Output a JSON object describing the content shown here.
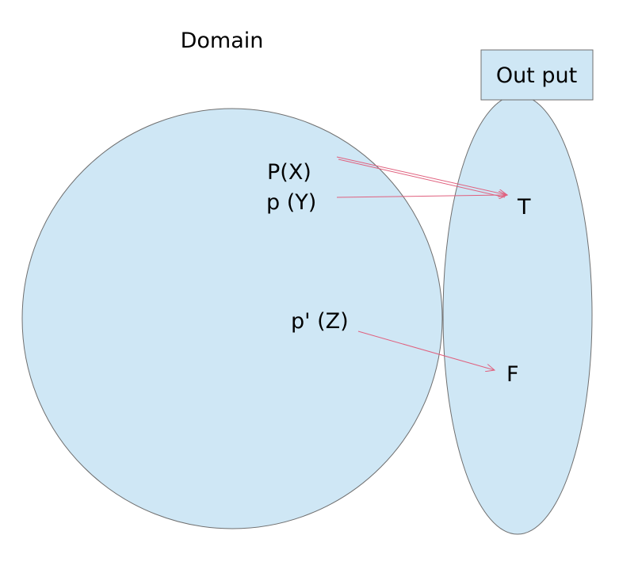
{
  "diagram": {
    "domain_label": "Domain",
    "output_label": "Out put",
    "inputs": [
      "P(X)",
      "p (Y)",
      "p' (Z)"
    ],
    "outputs": [
      "T",
      "F"
    ],
    "mappings": [
      {
        "from": "P(X)",
        "to": "T"
      },
      {
        "from": "p (Y)",
        "to": "T"
      },
      {
        "from": "p' (Z)",
        "to": "F"
      }
    ]
  },
  "colors": {
    "fill": "#cfe7f5",
    "outline": "#6f6f6f",
    "arrow": "#e0607e"
  }
}
